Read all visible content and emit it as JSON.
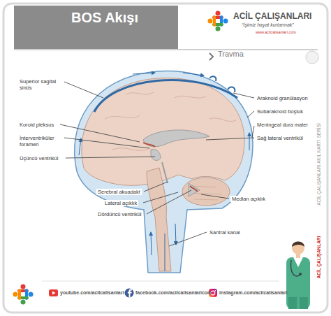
{
  "diagram": {
    "title": "BOS Akışı",
    "labels": [
      "Travma",
      "ACİL ÇALIŞANLARI",
      "“İşimiz hayat kurtarmak”",
      "www.acilcalisanlari.com",
      "Superior sagital sinüs",
      "Araknoid granülasyon",
      "Subaraknoid boşluk",
      "Meningeal dura mater",
      "Sağ lateral ventrikül",
      "Koroid pleksus",
      "İnterventriküler foramen",
      "Üçüncü ventrikül",
      "Serebral akuadakt",
      "Lateral açıklık",
      "Median açıklık",
      "Dördüncü ventrikül",
      "Santral kanal",
      "ACİL ÇALIŞANLARI AKIL KARTI SERİSİ",
      "ACİL ÇALIŞANLARI",
      "youtube.com/acilcalisanlari",
      "facebook.com/acilcalisanlaricom",
      "instagram.com/acilcalisanlari"
    ]
  }
}
